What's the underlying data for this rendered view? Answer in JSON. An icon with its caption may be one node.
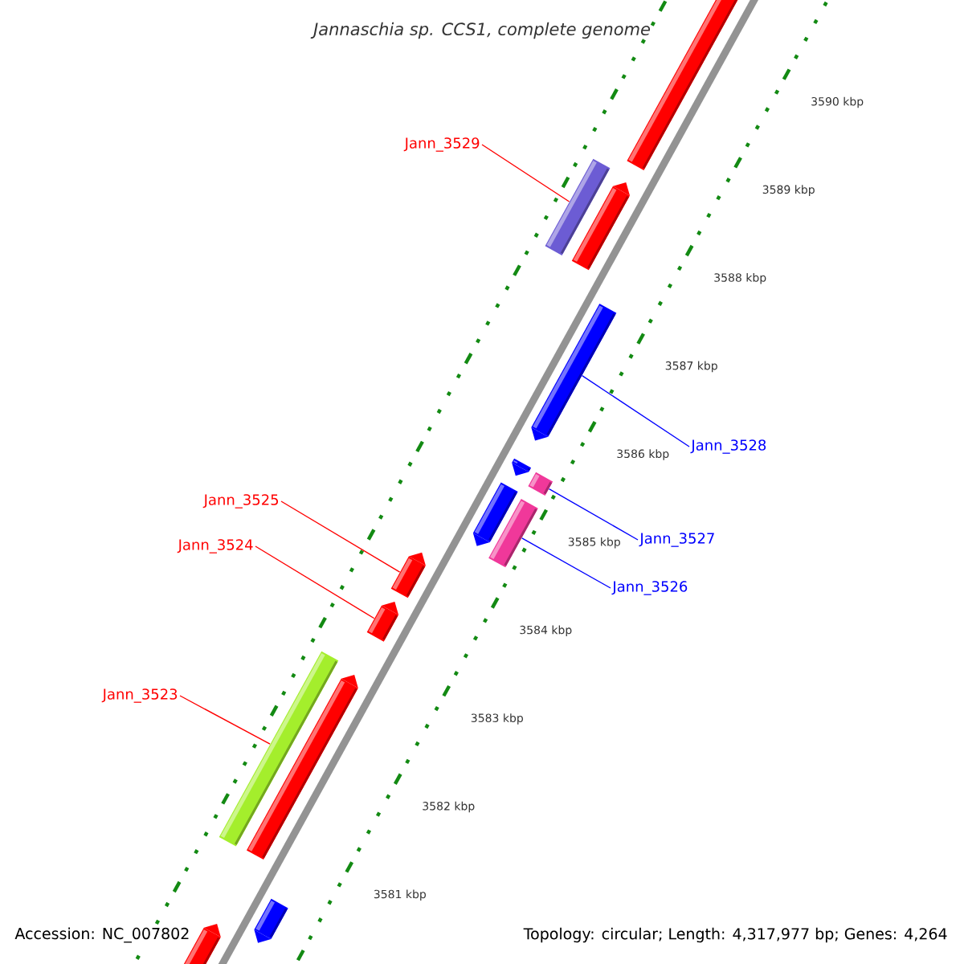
{
  "diagram": {
    "title": "Jannaschia sp. CCS1, complete genome",
    "nodes": [
      {
        "text": [
          "Jann_3529"
        ]
      },
      {
        "text": [
          "Jann_3528"
        ]
      },
      {
        "text": [
          "Jann_3525"
        ]
      },
      {
        "text": [
          "Jann_3527"
        ]
      },
      {
        "text": [
          "Jann_3524"
        ]
      },
      {
        "text": [
          "Jann_3526"
        ]
      },
      {
        "text": [
          "Jann_3523"
        ]
      },
      {
        "text": [],
        "shape": "bar"
      },
      {
        "text": [],
        "shape": "bar"
      },
      {
        "text": [],
        "shape": "bar"
      },
      {
        "text": [],
        "shape": "bar"
      },
      {
        "text": [],
        "shape": "bar"
      },
      {
        "text": [],
        "shape": "bar"
      },
      {
        "text": [],
        "shape": "bar"
      },
      {
        "text": [],
        "shape": "bar"
      },
      {
        "text": [],
        "shape": "bar"
      },
      {
        "text": [],
        "shape": "bar"
      },
      {
        "text": [],
        "shape": "bar"
      },
      {
        "text": [],
        "shape": "bar"
      },
      {
        "text": [],
        "shape": "bar"
      },
      {
        "text": [],
        "shape": "bar"
      }
    ],
    "edges": [
      {
        "from": 0,
        "to": 8,
        "arrow": "none"
      },
      {
        "from": 1,
        "to": 10,
        "arrow": "none",
        "color": "#0000ff"
      },
      {
        "from": 2,
        "to": 15,
        "arrow": "none"
      },
      {
        "from": 3,
        "to": 12,
        "arrow": "none",
        "color": "#0000ff"
      },
      {
        "from": 4,
        "to": 16,
        "arrow": "none"
      },
      {
        "from": 5,
        "to": 14,
        "arrow": "none",
        "color": "#0000ff"
      },
      {
        "from": 6,
        "to": 17,
        "arrow": "none"
      }
    ],
    "labels": [
      "3590 kbp",
      "3589 kbp",
      "3588 kbp",
      "3587 kbp",
      "3586 kbp",
      "3585 kbp",
      "3584 kbp",
      "3583 kbp",
      "3582 kbp",
      "3581 kbp",
      "Accession: NC_007802",
      "Topology: circular; Length: 4,317,977 bp; Genes: 4,264"
    ]
  }
}
